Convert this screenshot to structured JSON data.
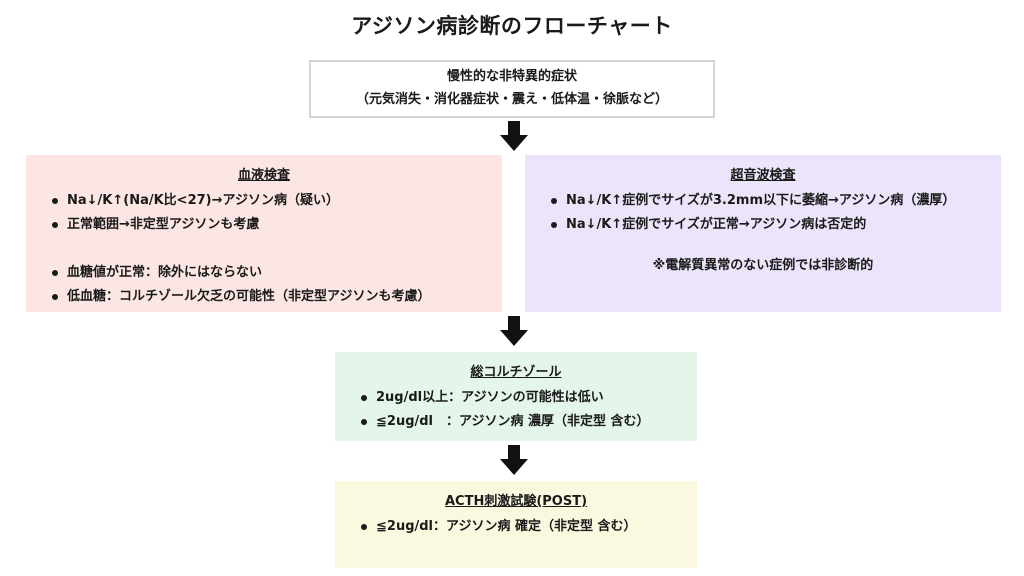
{
  "title": "アジソン病診断のフローチャート",
  "symptom_box": {
    "line1": "慢性的な非特異的症状",
    "line2": "（元気消失・消化器症状・震え・低体温・徐脈など）"
  },
  "blood_test": {
    "title": "血液検査",
    "items": [
      "Na↓/K↑(Na/K比<27)→アジソン病（疑い）",
      "正常範囲→非定型アジソンも考慮",
      "血糖値が正常：除外にはならない",
      "低血糖：コルチゾール欠乏の可能性（非定型アジソンも考慮）"
    ]
  },
  "ultrasound": {
    "title": "超音波検査",
    "items": [
      "Na↓/K↑症例でサイズが3.2mm以下に萎縮→アジソン病（濃厚）",
      "Na↓/K↑症例でサイズが正常→アジソン病は否定的"
    ],
    "note": "※電解質異常のない症例では非診断的"
  },
  "cortisol": {
    "title": "総コルチゾール",
    "items": [
      "2ug/dl以上：アジソンの可能性は低い",
      "≦2ug/dl　：アジソン病 濃厚（非定型 含む）"
    ]
  },
  "acth": {
    "title": "ACTH刺激試験(POST)",
    "items": [
      "≦2ug/dl：アジソン病 確定（非定型 含む）"
    ]
  },
  "colors": {
    "blood_bg": "#fce6e4",
    "ultrasound_bg": "#ebe4fa",
    "cortisol_bg": "#e4f5ea",
    "acth_bg": "#fbf8e0",
    "arrow": "#111111"
  },
  "icons": [
    "down-arrow-icon"
  ]
}
